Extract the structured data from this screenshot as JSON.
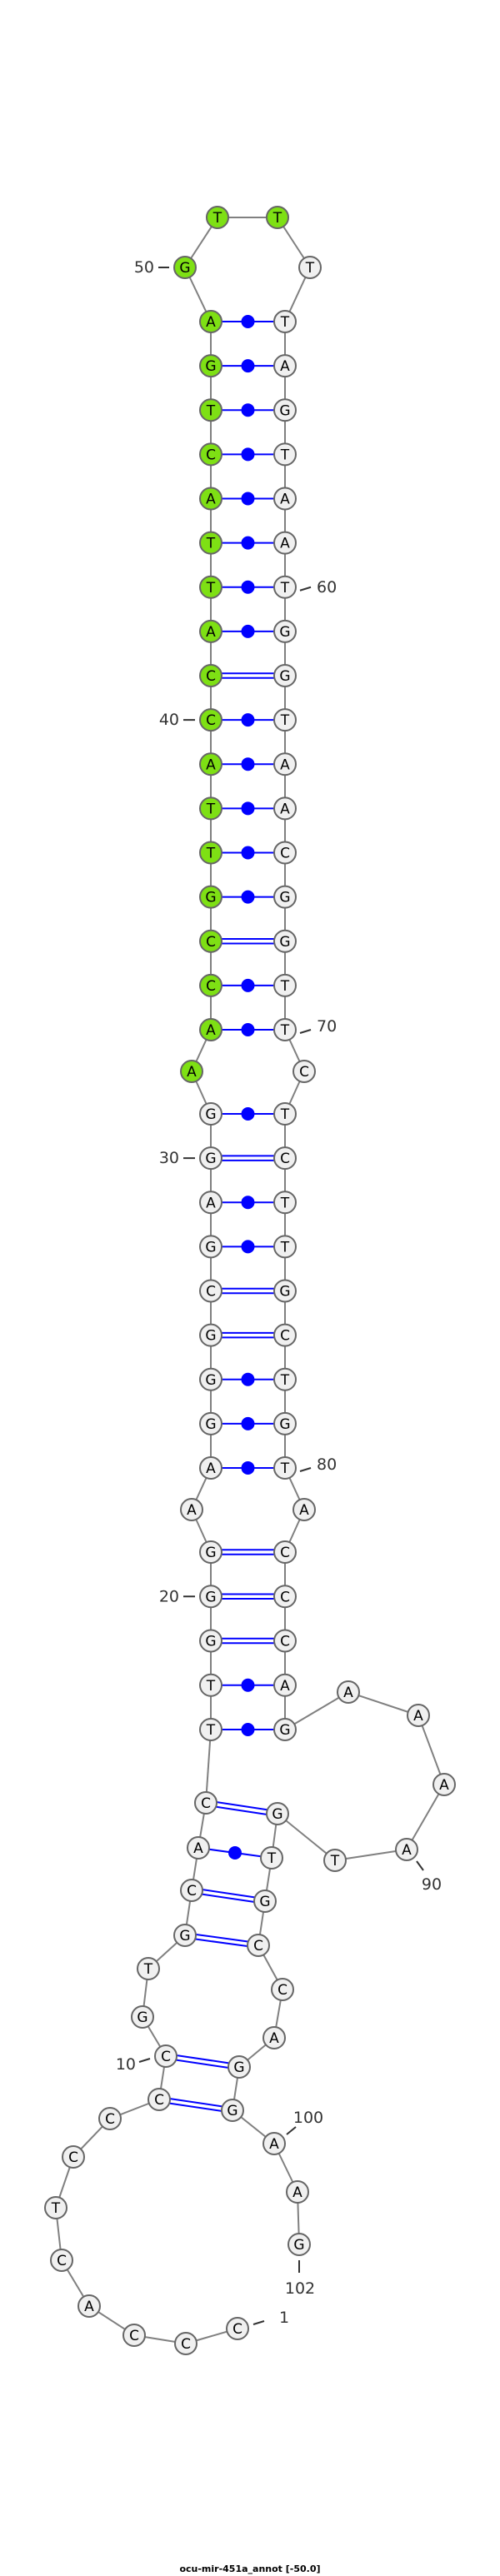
{
  "title": "ocu-mir-451a_annot [-50.0]",
  "sequence": "CCCACTCCCCGTGCACTTGGGAAGGGCGAGGAACCGTTACCATTACTGAGTTTTAGTAATGGTAACGGTTCTCTTGCTGTACCCAGAAAATGTGCCAGGAAG",
  "pairs": [
    [
      9,
      99
    ],
    [
      10,
      98
    ],
    [
      13,
      95
    ],
    [
      14,
      94
    ],
    [
      15,
      93
    ],
    [
      16,
      92
    ],
    [
      17,
      86
    ],
    [
      18,
      85
    ],
    [
      19,
      84
    ],
    [
      20,
      83
    ],
    [
      21,
      82
    ],
    [
      23,
      80
    ],
    [
      24,
      79
    ],
    [
      25,
      78
    ],
    [
      26,
      77
    ],
    [
      27,
      76
    ],
    [
      28,
      75
    ],
    [
      29,
      74
    ],
    [
      30,
      73
    ],
    [
      31,
      72
    ],
    [
      33,
      70
    ],
    [
      34,
      69
    ],
    [
      35,
      68
    ],
    [
      36,
      67
    ],
    [
      37,
      66
    ],
    [
      38,
      65
    ],
    [
      39,
      64
    ],
    [
      40,
      63
    ],
    [
      41,
      62
    ],
    [
      42,
      61
    ],
    [
      43,
      60
    ],
    [
      44,
      59
    ],
    [
      45,
      58
    ],
    [
      46,
      57
    ],
    [
      47,
      56
    ],
    [
      48,
      55
    ],
    [
      49,
      54
    ]
  ],
  "highlight_range": [
    32,
    52
  ],
  "position_labels": [
    {
      "pos": 1,
      "text": "1"
    },
    {
      "pos": 10,
      "text": "10"
    },
    {
      "pos": 20,
      "text": "20"
    },
    {
      "pos": 30,
      "text": "30"
    },
    {
      "pos": 40,
      "text": "40"
    },
    {
      "pos": 50,
      "text": "50"
    },
    {
      "pos": 60,
      "text": "60"
    },
    {
      "pos": 70,
      "text": "70"
    },
    {
      "pos": 80,
      "text": "80"
    },
    {
      "pos": 90,
      "text": "90"
    },
    {
      "pos": 100,
      "text": "100"
    },
    {
      "pos": 102,
      "text": "102"
    }
  ],
  "colors": {
    "highlight": "#7ee014",
    "base_fill": "#f0f0f0",
    "base_stroke": "#666666",
    "backbone": "#808080",
    "pair": "#0000ff",
    "label": "#333333"
  }
}
